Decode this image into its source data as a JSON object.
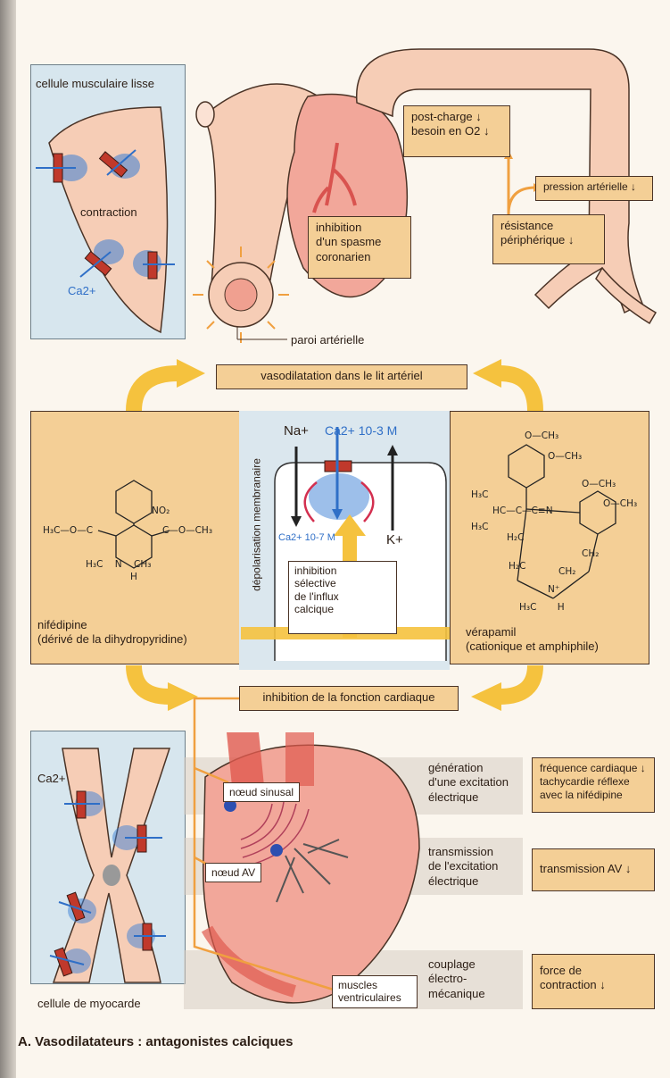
{
  "top": {
    "smooth_muscle_label": "cellule musculaire lisse",
    "contraction_label": "contraction",
    "ca_label": "Ca2+",
    "postcharge_line1": "post-charge ↓",
    "postcharge_line2": "besoin en O2 ↓",
    "pressure": "pression artérielle ↓",
    "resistance_line1": "résistance",
    "resistance_line2": "périphérique ↓",
    "spasm_line1": "inhibition",
    "spasm_line2": "d'un spasme",
    "spasm_line3": "coronarien",
    "wall_label": "paroi artérielle"
  },
  "middle": {
    "vasodilation": "vasodilatation dans le lit artériel",
    "na": "Na+",
    "ca_high": "Ca2+ 10-3 M",
    "ca_low": "Ca2+ 10-7 M",
    "k": "K+",
    "depol": "dépolarisation membranaire",
    "inhibition_line1": "inhibition",
    "inhibition_line2": "sélective",
    "inhibition_line3": "de l'influx",
    "inhibition_line4": "calcique",
    "nifedipine_name": "nifédipine",
    "nifedipine_desc": "(dérivé de la dihydropyridine)",
    "verapamil_name": "vérapamil",
    "verapamil_desc": "(cationique et amphiphile)",
    "cardiac_inhibition": "inhibition de la fonction cardiaque"
  },
  "bottom": {
    "ca_label": "Ca2+",
    "sinus_node": "nœud sinusal",
    "av_node": "nœud AV",
    "muscles_line1": "muscles",
    "muscles_line2": "ventriculaires",
    "myocyte_label": "cellule de myocarde",
    "rows": [
      {
        "process_line1": "génération",
        "process_line2": "d'une excitation",
        "process_line3": "électrique",
        "effect_line1": "fréquence cardiaque ↓",
        "effect_line2": "tachycardie réflexe",
        "effect_line3": "avec la nifédipine"
      },
      {
        "process_line1": "transmission",
        "process_line2": "de l'excitation",
        "process_line3": "électrique",
        "effect_line1": "transmission AV ↓",
        "effect_line2": "",
        "effect_line3": ""
      },
      {
        "process_line1": "couplage",
        "process_line2": "électro-",
        "process_line3": "mécanique",
        "effect_line1": "force de",
        "effect_line2": "contraction ↓",
        "effect_line3": ""
      }
    ]
  },
  "caption": "A. Vasodilatateurs : antagonistes calciques",
  "colors": {
    "orange_box": "#f4cf96",
    "arrow_yellow": "#f5c23e",
    "tissue": "#f6cdb6",
    "blue_panel": "#d7e6ee",
    "channel_red": "#c0392b",
    "ca_blue": "#2f6fc7"
  }
}
